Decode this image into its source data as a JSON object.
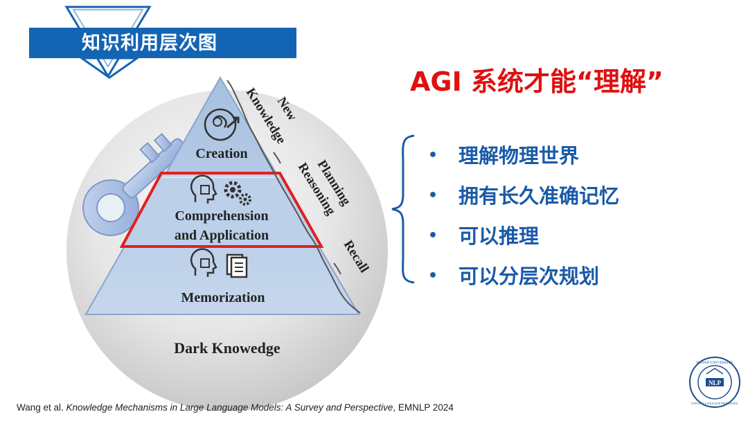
{
  "slide": {
    "title": "知识利用层次图",
    "agi_title": "AGI 系统才能“理解”",
    "bullets": [
      "理解物理世界",
      "拥有长久准确记忆",
      "可以推理",
      "可以分层次规划"
    ],
    "bullet_marker": "•",
    "citation": {
      "authors": "Wang et al. ",
      "paper_title": "Knowledge Mechanisms in Large Language Models: A Survey and Perspective",
      "venue": ", EMNLP 2024"
    }
  },
  "diagram": {
    "levels": {
      "top": "Creation",
      "middle_line1": "Comprehension",
      "middle_line2": "and Application",
      "bottom": "Memorization"
    },
    "base_label": "Dark Knowedge",
    "side_labels": {
      "new": "New",
      "knowledge": "Knowledge",
      "planning": "Planning",
      "reasoning": "Reasoning",
      "recall": "Recall"
    }
  },
  "logo": {
    "ring_top": "FUDAN UNIVERSITY",
    "ring_bottom": "NATURAL LANGUAGE PROCESSING",
    "center": "NLP"
  },
  "colors": {
    "header_blue": "#1464b4",
    "bullet_blue": "#1a5aa8",
    "accent_red": "#e01010",
    "pyramid_fill": "#b8cde6",
    "highlight_border": "#e02020"
  },
  "icons": [
    "creation-head-icon",
    "head-circuit-icon",
    "gears-icon",
    "document-icon",
    "key-icon",
    "brace-icon",
    "fudan-nlp-logo"
  ]
}
